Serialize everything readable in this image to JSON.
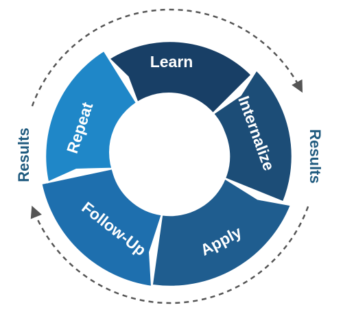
{
  "cycle": {
    "segments": [
      {
        "id": "learn",
        "label": "Learn",
        "color": "#183f66"
      },
      {
        "id": "internalize",
        "label": "Internalize",
        "color": "#1c4d77"
      },
      {
        "id": "apply",
        "label": "Apply",
        "color": "#1f5d8f"
      },
      {
        "id": "follow-up",
        "label": "Follow-Up",
        "color": "#1e6fae"
      },
      {
        "id": "repeat",
        "label": "Repeat",
        "color": "#1f87c8"
      }
    ],
    "results_left": "Results",
    "results_right": "Results",
    "colors": {
      "results_text": "#1f5a7e",
      "dashed_ring": "#555555",
      "segment_border": "#ffffff",
      "center_hole": "#ffffff"
    }
  }
}
